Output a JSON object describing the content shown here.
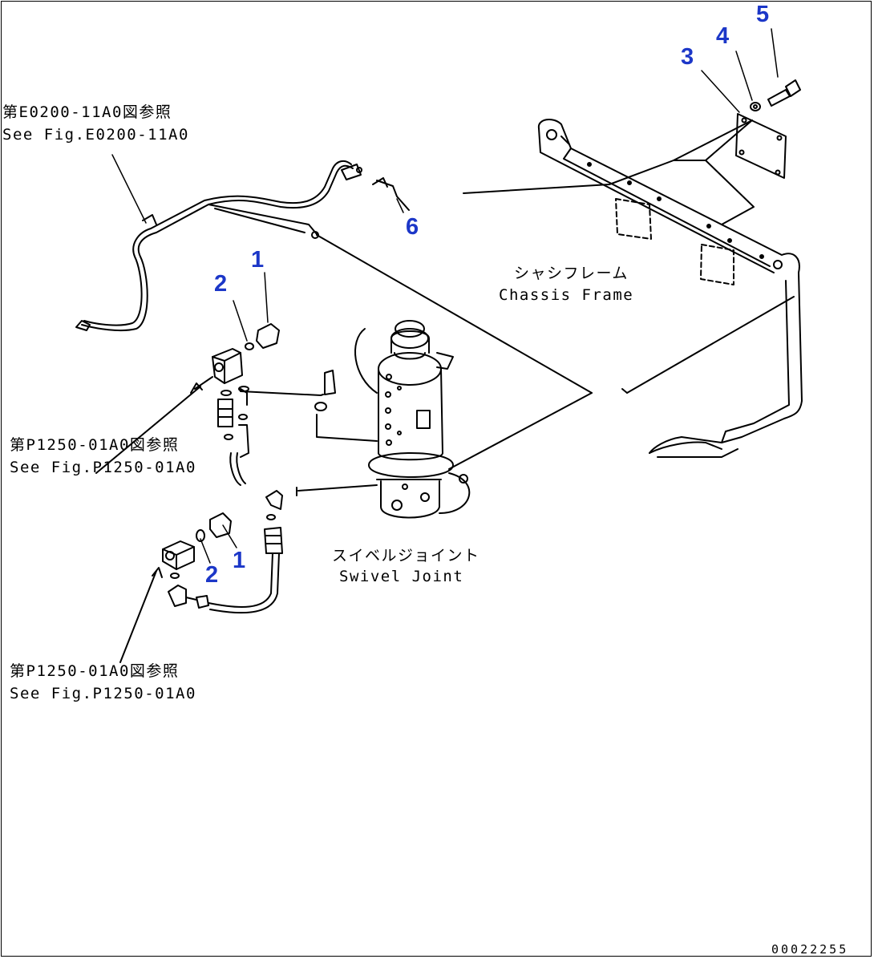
{
  "callouts": [
    "1",
    "2",
    "3",
    "4",
    "5",
    "6"
  ],
  "references": {
    "electrical": {
      "ja": "第E0200-11A0図参照",
      "en": "See Fig.E0200-11A0"
    },
    "hydraulic_upper": {
      "ja": "第P1250-01A0図参照",
      "en": "See Fig.P1250-01A0"
    },
    "hydraulic_lower": {
      "ja": "第P1250-01A0図参照",
      "en": "See Fig.P1250-01A0"
    }
  },
  "components": {
    "chassis_frame": {
      "ja": "シャシフレーム",
      "en": "Chassis Frame"
    },
    "swivel_joint": {
      "ja": "スイベルジョイント",
      "en": "Swivel Joint"
    }
  },
  "drawing_code": "00022255",
  "colors": {
    "callout": "#1c37c8",
    "line": "#000000",
    "background": "#ffffff"
  }
}
